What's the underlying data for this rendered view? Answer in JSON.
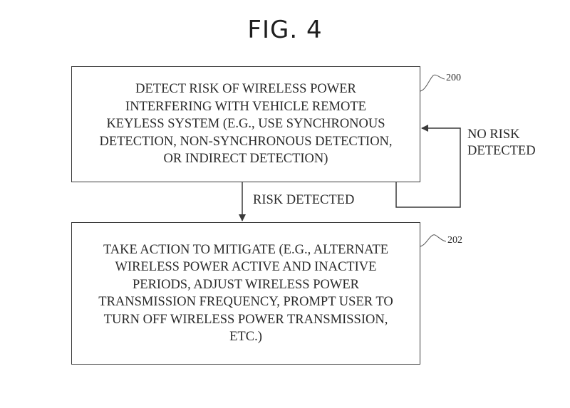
{
  "figure": {
    "title": "FIG. 4"
  },
  "steps": [
    {
      "ref": "200",
      "text": "DETECT RISK OF WIRELESS POWER\nINTERFERING WITH VEHICLE REMOTE\nKEYLESS SYSTEM (E.G., USE SYNCHRONOUS\nDETECTION, NON-SYNCHRONOUS DETECTION,\nOR INDIRECT DETECTION)"
    },
    {
      "ref": "202",
      "text": "TAKE ACTION TO MITIGATE (E.G., ALTERNATE\nWIRELESS POWER ACTIVE AND INACTIVE\nPERIODS, ADJUST WIRELESS POWER\nTRANSMISSION FREQUENCY, PROMPT USER TO\nTURN OFF WIRELESS POWER TRANSMISSION,\nETC.)"
    }
  ],
  "edges": [
    {
      "from": "200",
      "to": "202",
      "label": "RISK DETECTED"
    },
    {
      "from": "200",
      "to": "200",
      "label": "NO RISK\nDETECTED"
    }
  ]
}
